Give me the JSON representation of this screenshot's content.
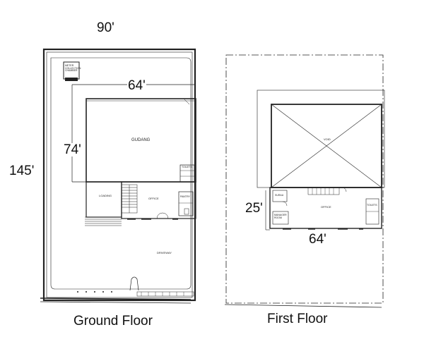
{
  "ground_floor": {
    "caption": "Ground Floor",
    "dim_width": "90'",
    "dim_depth": "145'",
    "dim_building_width": "64'",
    "dim_building_depth": "74'",
    "rooms": {
      "gudang": "GUDANG",
      "loading": "LOADING",
      "office": "OFFICE",
      "pantry": "PANTRY",
      "driveway": "DRIVEWAY",
      "meter": "METER\nCOLLECTION\nCHAMBER",
      "toilet": "TOILETS"
    }
  },
  "first_floor": {
    "caption": "First Floor",
    "dim_office_depth": "25'",
    "dim_office_width": "64'",
    "rooms": {
      "void": "VOID",
      "office": "OFFICE",
      "surau": "SURAU",
      "manager": "MANAGER\nROOM",
      "toilet": "TOILETS"
    }
  }
}
